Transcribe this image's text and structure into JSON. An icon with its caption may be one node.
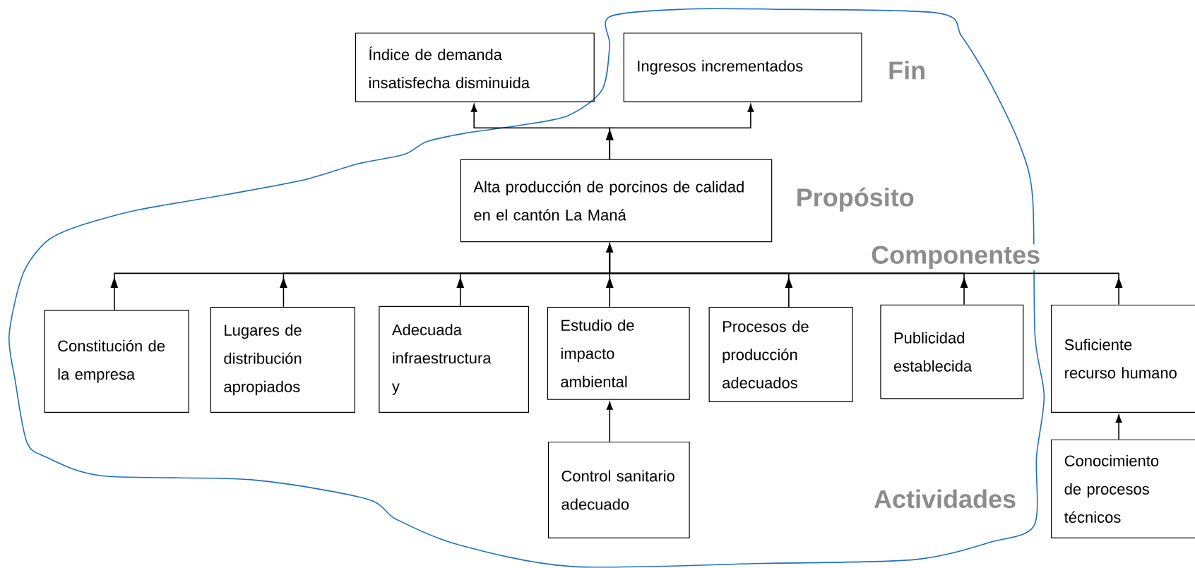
{
  "diagram": {
    "nodes": [
      {
        "text": [
          "Índice de demanda insatisfecha disminuida"
        ]
      },
      {
        "text": [
          "Ingresos incrementados"
        ]
      },
      {
        "text": [
          "Alta producción de porcinos de calidad en el cantón La Maná"
        ]
      },
      {
        "text": [
          "Constitución de la empresa"
        ]
      },
      {
        "text": [
          "Lugares de distribución apropiados"
        ]
      },
      {
        "text": [
          "Adecuada infraestructura y"
        ]
      },
      {
        "text": [
          "Estudio de impacto ambiental"
        ]
      },
      {
        "text": [
          "Procesos de producción adecuados"
        ]
      },
      {
        "text": [
          "Publicidad establecida"
        ]
      },
      {
        "text": [
          "Suficiente recurso humano"
        ]
      },
      {
        "text": [
          "Control sanitario adecuado"
        ]
      },
      {
        "text": [
          "Conocimiento de procesos técnicos"
        ]
      }
    ],
    "edges": [
      {
        "from": 2,
        "to": 0,
        "arrow": "to"
      },
      {
        "from": 2,
        "to": 1,
        "arrow": "to"
      },
      {
        "from": 3,
        "to": 2,
        "arrow": "to"
      },
      {
        "from": 4,
        "to": 2,
        "arrow": "to"
      },
      {
        "from": 5,
        "to": 2,
        "arrow": "to"
      },
      {
        "from": 6,
        "to": 2,
        "arrow": "to"
      },
      {
        "from": 7,
        "to": 2,
        "arrow": "to"
      },
      {
        "from": 8,
        "to": 2,
        "arrow": "to"
      },
      {
        "from": 9,
        "to": 2,
        "arrow": "to"
      },
      {
        "from": 10,
        "to": 6,
        "arrow": "to"
      },
      {
        "from": 11,
        "to": 9,
        "arrow": "to"
      }
    ],
    "labels": [
      "Fin",
      "Propósito",
      "Componentes",
      "Actividades"
    ]
  }
}
